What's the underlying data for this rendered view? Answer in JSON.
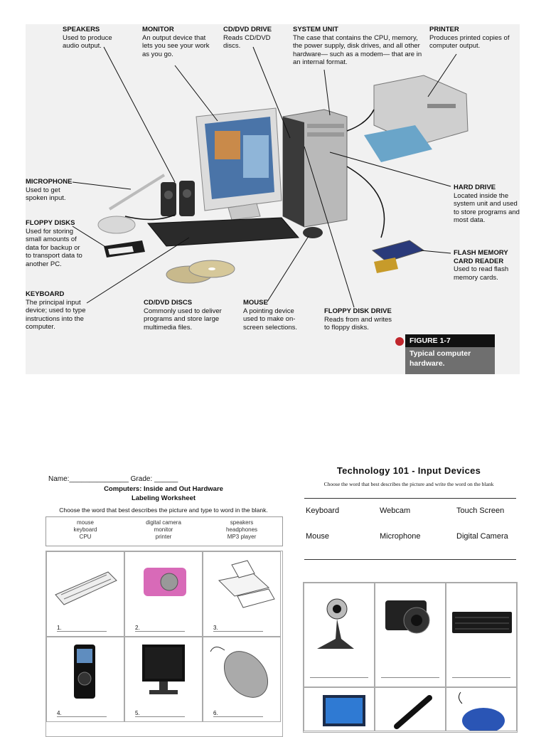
{
  "figure": {
    "labels": {
      "speakers": {
        "title": "SPEAKERS",
        "text": "Used to produce audio output."
      },
      "monitor": {
        "title": "MONITOR",
        "text": "An output device that lets you see your work as you go."
      },
      "cd_drive": {
        "title": "CD/DVD DRIVE",
        "text": "Reads CD/DVD discs."
      },
      "system_unit": {
        "title": "SYSTEM UNIT",
        "text": "The case that contains the CPU, memory, the power supply, disk drives, and all other hardware— such as a modem— that are in an internal format."
      },
      "printer": {
        "title": "PRINTER",
        "text": "Produces printed copies of computer output."
      },
      "microphone": {
        "title": "MICROPHONE",
        "text": "Used to get spoken input."
      },
      "floppy_disks": {
        "title": "FLOPPY DISKS",
        "text": "Used for storing small amounts of data for backup or to transport data to another PC."
      },
      "hard_drive": {
        "title": "HARD DRIVE",
        "text": "Located inside the system unit and used to store programs and most data."
      },
      "flash_reader": {
        "title": "FLASH MEMORY CARD READER",
        "text": "Used to read flash memory cards."
      },
      "keyboard": {
        "title": "KEYBOARD",
        "text": "The principal input device; used to type instructions into the computer."
      },
      "cd_discs": {
        "title": "CD/DVD DISCS",
        "text": "Commonly used to deliver programs and store large multimedia files."
      },
      "mouse": {
        "title": "MOUSE",
        "text": "A pointing device used to make on-screen selections."
      },
      "floppy_drive": {
        "title": "FLOPPY DISK DRIVE",
        "text": "Reads from and writes to floppy disks."
      }
    },
    "caption_number": "FIGURE 1-7",
    "caption_text": "Typical computer hardware."
  },
  "left_worksheet": {
    "name_line": "Name:_______________ Grade: ______",
    "title": "Computers: Inside and Out Hardware",
    "subtitle": "Labeling Worksheet",
    "instruction": "Choose the word that best describes the picture and type to word in the blank.",
    "word_bank": [
      [
        "mouse",
        "keyboard",
        "CPU"
      ],
      [
        "digital camera",
        "monitor",
        "printer"
      ],
      [
        "speakers",
        "headphones",
        "MP3 player"
      ]
    ],
    "cells": [
      "1.",
      "2.",
      "3.",
      "4.",
      "5.",
      "6."
    ]
  },
  "right_worksheet": {
    "title": "Technology 101 - Input Devices",
    "instruction": "Choose the word that best describes the picture and write the word on the blank",
    "words": [
      "Keyboard",
      "Webcam",
      "Touch Screen",
      "Mouse",
      "Microphone",
      "Digital Camera"
    ]
  },
  "colors": {
    "panel_bg": "#f1f1f1",
    "caption_red": "#c0262c",
    "caption_bg": "#6f6f6f"
  }
}
